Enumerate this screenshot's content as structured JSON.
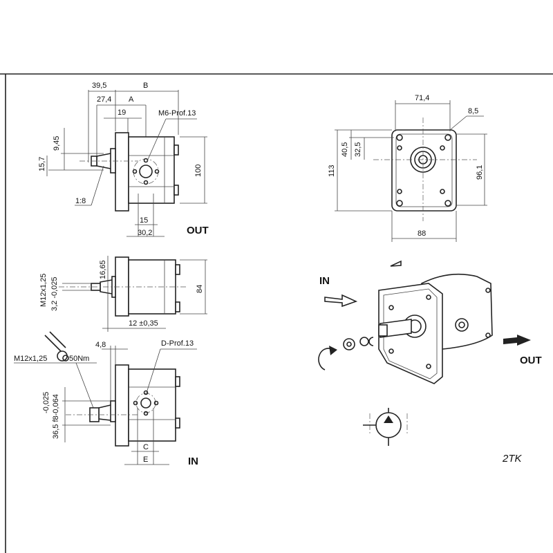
{
  "top_view": {
    "dim_39_5": "39,5",
    "dim_B": "B",
    "dim_27_4": "27,4",
    "dim_A": "A",
    "dim_19": "19",
    "thread_note": "M6-Prof.13",
    "dim_9_45": "9,45",
    "dim_15_7": "15,7",
    "taper": "1:8",
    "dim_100": "100",
    "dim_15": "15",
    "dim_30_2": "30,2",
    "port_label": "OUT"
  },
  "middle_view": {
    "dim_16_65": "16,65",
    "thread": "M12x1,25",
    "key_tol": "3,2  -0,025",
    "dim_84": "84",
    "dim_12": "12  ±0,35"
  },
  "bottom_view": {
    "dim_4_8": "4,8",
    "thread_note": "D-Prof.13",
    "nut_thread": "M12x1,25",
    "torque": "50Nm",
    "shaft_tol_top": "-0,025",
    "shaft_tol": "36,5  f8-0,064",
    "dim_C": "C",
    "dim_E": "E",
    "port_label": "IN"
  },
  "front_view": {
    "dim_71_4": "71,4",
    "dim_8_5": "8,5",
    "dim_40_5": "40,5",
    "dim_32_5": "32,5",
    "dim_113": "113",
    "dim_96_1": "96,1",
    "dim_88": "88"
  },
  "iso_view": {
    "in_label": "IN",
    "out_label": "OUT"
  },
  "model": "2TK"
}
